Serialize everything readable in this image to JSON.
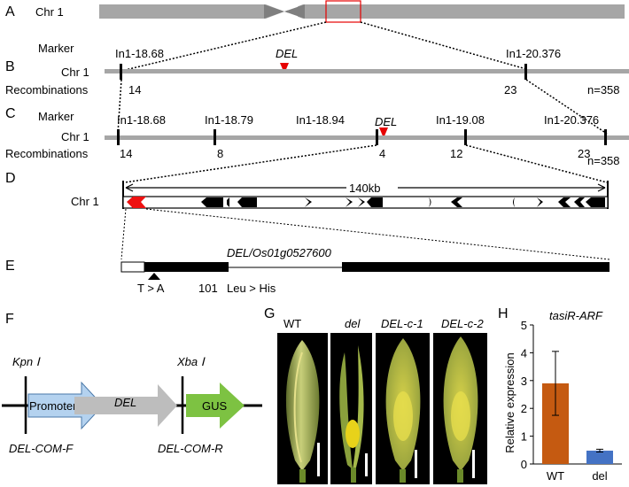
{
  "panelA": {
    "letter": "A",
    "chr": "Chr 1"
  },
  "panelB": {
    "letter": "B",
    "marker_label": "Marker",
    "chr": "Chr 1",
    "rec_label": "Recombinations",
    "markers": [
      "In1-18.68",
      "In1-20.376"
    ],
    "counts": [
      "14",
      "23"
    ],
    "del": "DEL",
    "n": "n=358"
  },
  "panelC": {
    "letter": "C",
    "marker_label": "Marker",
    "chr": "Chr 1",
    "rec_label": "Recombinations",
    "markers": [
      "In1-18.68",
      "In1-18.79",
      "In1-18.94",
      "In1-19.08",
      "In1-20.376"
    ],
    "counts": [
      "14",
      "8",
      "4",
      "12",
      "23"
    ],
    "del": "DEL",
    "n": "n=358"
  },
  "panelD": {
    "letter": "D",
    "chr": "Chr 1",
    "size": "140kb"
  },
  "panelE": {
    "letter": "E",
    "gene": "DEL/Os01g0527600",
    "mut": "T > A",
    "pos": "101",
    "aa": "Leu > His"
  },
  "panelF": {
    "letter": "F",
    "kpn": "Kpn Ⅰ",
    "xba": "Xba Ⅰ",
    "promoter": "Promoter",
    "del": "DEL",
    "gus": "GUS",
    "primer_f": "DEL-COM-F",
    "primer_r": "DEL-COM-R"
  },
  "panelG": {
    "letter": "G",
    "labels": [
      "WT",
      "del",
      "DEL-c-1",
      "DEL-c-2"
    ]
  },
  "panelH": {
    "letter": "H",
    "title": "tasiR-ARF",
    "ylabel": "Relative expression"
  },
  "chart_data": {
    "type": "bar",
    "title": "tasiR-ARF",
    "xlabel": "",
    "ylabel": "Relative expression",
    "categories": [
      "WT",
      "del"
    ],
    "values": [
      2.9,
      0.48
    ],
    "errors": [
      1.15,
      0.05
    ],
    "colors": [
      "#c55a11",
      "#4472c4"
    ],
    "ylim": [
      0,
      5
    ],
    "yticks": [
      "0",
      "1",
      "2",
      "3",
      "4",
      "5"
    ]
  }
}
